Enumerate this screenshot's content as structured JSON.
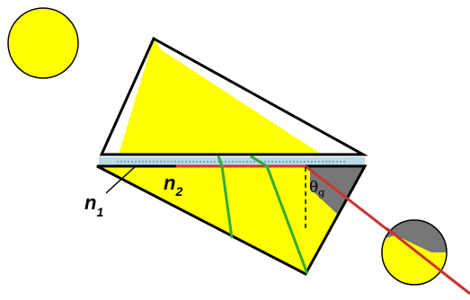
{
  "labels": {
    "n1": {
      "main": "n",
      "sub": "1"
    },
    "n2": {
      "main": "n",
      "sub": "2"
    },
    "theta_g": {
      "main": "θ",
      "sub": "g"
    }
  },
  "colors": {
    "background": "#ffffff",
    "prism_fill": "#ffff00",
    "outline": "#000000",
    "gap_fill": "#b9dbe6",
    "ray": "#cc3333",
    "wavefront": "#33aa33",
    "shadow": "#777777"
  }
}
